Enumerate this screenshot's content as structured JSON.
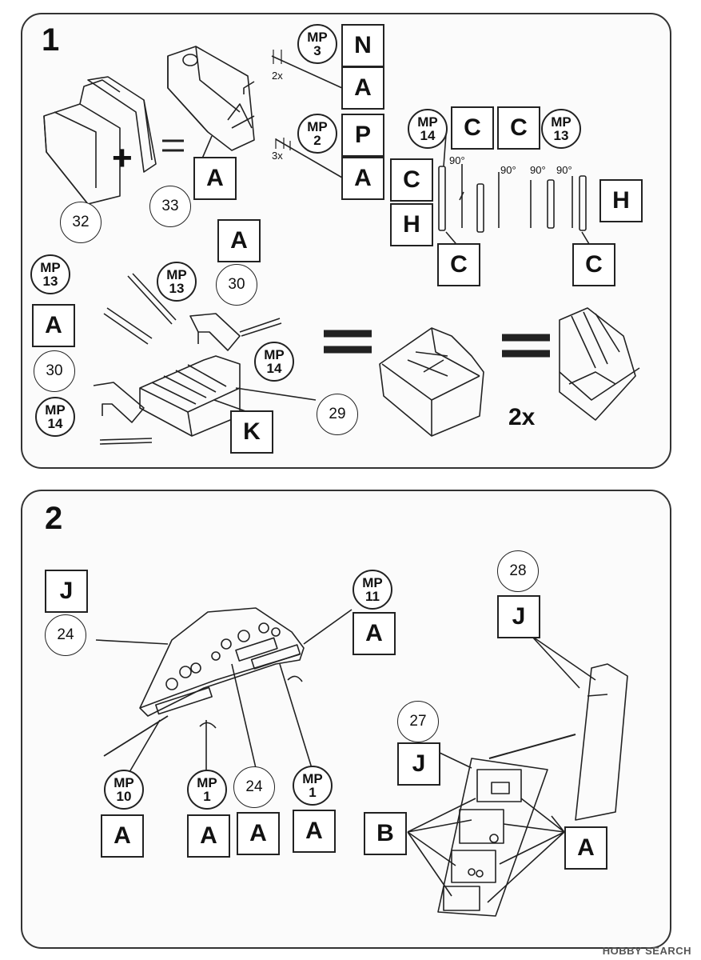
{
  "steps": {
    "step1": "1",
    "step2": "2"
  },
  "step1": {
    "circles": [
      "32",
      "33",
      "30",
      "30",
      "29"
    ],
    "mp": [
      {
        "top": "MP",
        "num": "3"
      },
      {
        "top": "MP",
        "num": "2"
      },
      {
        "top": "MP",
        "num": "14"
      },
      {
        "top": "MP",
        "num": "13"
      },
      {
        "top": "MP",
        "num": "13"
      },
      {
        "top": "MP",
        "num": "13"
      },
      {
        "top": "MP",
        "num": "14"
      },
      {
        "top": "MP",
        "num": "14"
      }
    ],
    "boxes": [
      "A",
      "N",
      "A",
      "P",
      "A",
      "C",
      "C",
      "C",
      "H",
      "H",
      "C",
      "C",
      "A",
      "A",
      "K"
    ],
    "texts": {
      "qty_2x_small": "2x",
      "qty_3x_small": "3x",
      "angle1": "90°",
      "angle2": "90°",
      "angle3": "90°",
      "angle4": "90°",
      "plus": "+",
      "qty_big": "2x"
    }
  },
  "step2": {
    "circles": [
      "24",
      "28",
      "27",
      "24"
    ],
    "mp": [
      {
        "top": "MP",
        "num": "11"
      },
      {
        "top": "MP",
        "num": "10"
      },
      {
        "top": "MP",
        "num": "1"
      },
      {
        "top": "MP",
        "num": "1"
      }
    ],
    "boxes": [
      "J",
      "A",
      "J",
      "J",
      "A",
      "A",
      "A",
      "A",
      "B",
      "A"
    ]
  },
  "watermark": "HOBBY SEARCH"
}
